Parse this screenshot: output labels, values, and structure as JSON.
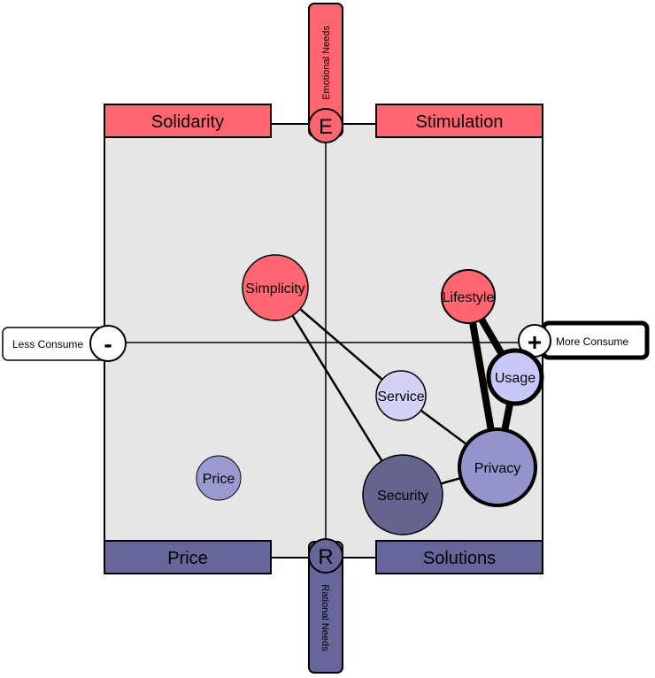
{
  "quadrants": {
    "top_left": "Solidarity",
    "top_right": "Stimulation",
    "bottom_left": "Price",
    "bottom_right": "Solutions"
  },
  "axes": {
    "emotional_badge": "E",
    "emotional_label": "Emotional Needs",
    "rational_badge": "R",
    "rational_label": "Rational Needs",
    "less_badge": "-",
    "less_label": "Less Consume",
    "more_badge": "+",
    "more_label": "More Consume"
  },
  "nodes": [
    {
      "id": "simplicity",
      "label": "Simplicity",
      "color": "#ff6670"
    },
    {
      "id": "lifestyle",
      "label": "Lifestyle",
      "color": "#ff6670"
    },
    {
      "id": "usage",
      "label": "Usage",
      "color": "#c8c8f8"
    },
    {
      "id": "service",
      "label": "Service",
      "color": "#d2d2f5"
    },
    {
      "id": "privacy",
      "label": "Privacy",
      "color": "#9494cc"
    },
    {
      "id": "security",
      "label": "Security",
      "color": "#64648f"
    },
    {
      "id": "price",
      "label": "Price",
      "color": "#9a9ad0"
    }
  ],
  "links": [
    {
      "from": "simplicity",
      "to": "security",
      "weight": "thin"
    },
    {
      "from": "simplicity",
      "to": "service",
      "weight": "thin"
    },
    {
      "from": "service",
      "to": "privacy",
      "weight": "thin"
    },
    {
      "from": "security",
      "to": "privacy",
      "weight": "thin"
    },
    {
      "from": "lifestyle",
      "to": "privacy",
      "weight": "thick"
    },
    {
      "from": "lifestyle",
      "to": "usage",
      "weight": "thick"
    },
    {
      "from": "usage",
      "to": "privacy",
      "weight": "thick"
    }
  ],
  "colors": {
    "emotional": "#ff6670",
    "rational": "#66669a",
    "panel": "#e6e6e6"
  }
}
